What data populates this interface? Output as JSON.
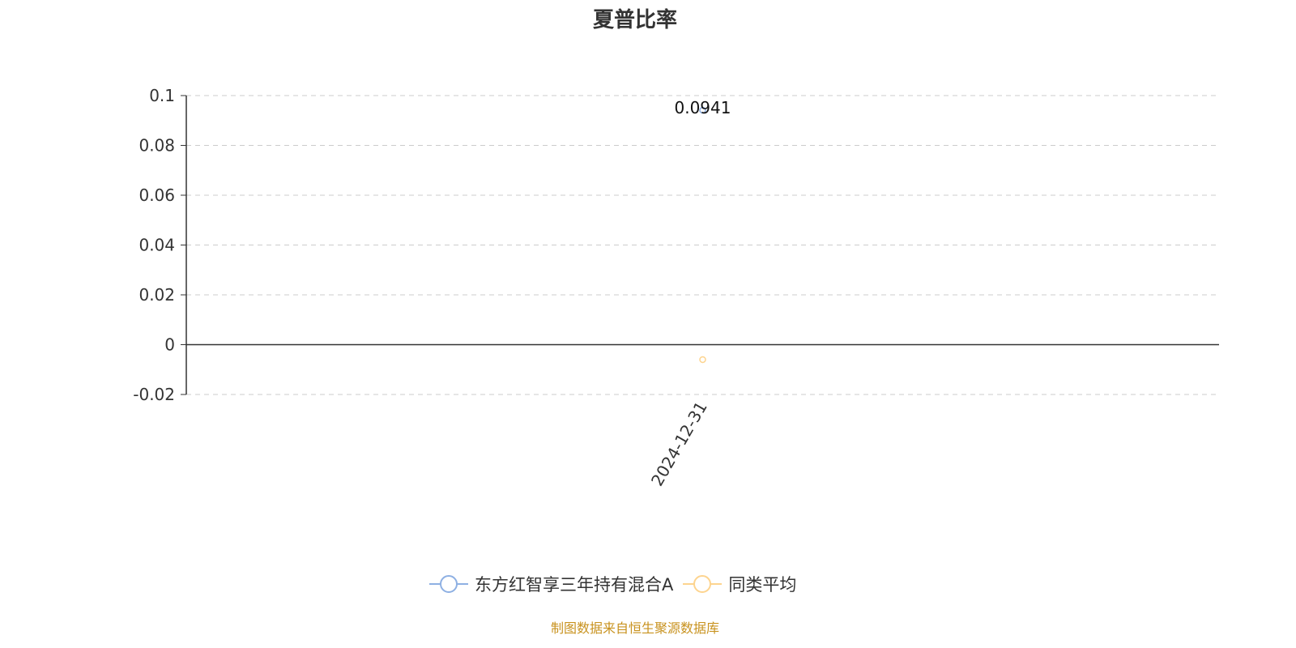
{
  "chart_data": {
    "type": "line",
    "title": "夏普比率",
    "categories": [
      "2024-12-31"
    ],
    "series": [
      {
        "name": "东方红智享三年持有混合A",
        "values": [
          0.0941
        ],
        "color": "#8eb0e3",
        "show_label": true
      },
      {
        "name": "同类平均",
        "values": [
          -0.006
        ],
        "color": "#fdd48f",
        "show_label": false
      }
    ],
    "ylim": [
      -0.02,
      0.1
    ],
    "yticks": [
      "0.1",
      "0.08",
      "0.06",
      "0.04",
      "0.02",
      "0",
      "-0.02"
    ],
    "ytick_values": [
      0.1,
      0.08,
      0.06,
      0.04,
      0.02,
      0,
      -0.02
    ],
    "grid": true,
    "legend_position": "bottom",
    "xlabel": "",
    "ylabel": ""
  },
  "source": "制图数据来自恒生聚源数据库"
}
